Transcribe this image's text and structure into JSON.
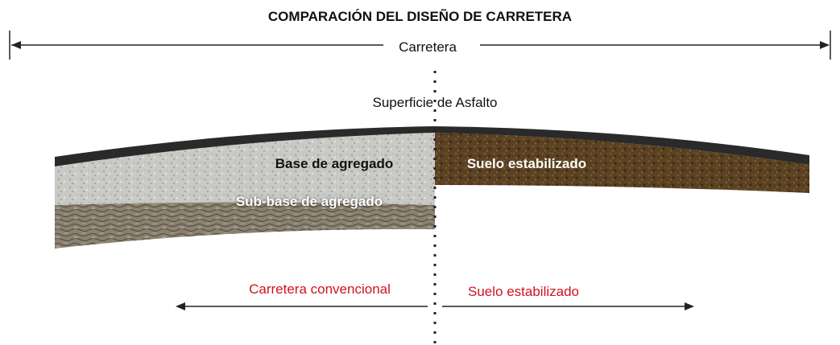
{
  "title": "COMPARACIÓN DEL DISEÑO DE CARRETERA",
  "labels": {
    "road": "Carretera",
    "asphalt_surface": "Superficie de Asfalto",
    "aggregate_base": "Base de agregado",
    "aggregate_subbase": "Sub-base de agregado",
    "stabilized_soil_layer": "Suelo estabilizado",
    "conventional_road": "Carretera convencional",
    "stabilized_soil": "Suelo estabilizado"
  },
  "colors": {
    "asphalt": "#2a2a2a",
    "aggregate_base": "#c9cac5",
    "aggregate_subbase": "#8c8373",
    "stabilized_soil": "#5a4122",
    "annotation_red": "#d0121f",
    "line": "#222222"
  }
}
